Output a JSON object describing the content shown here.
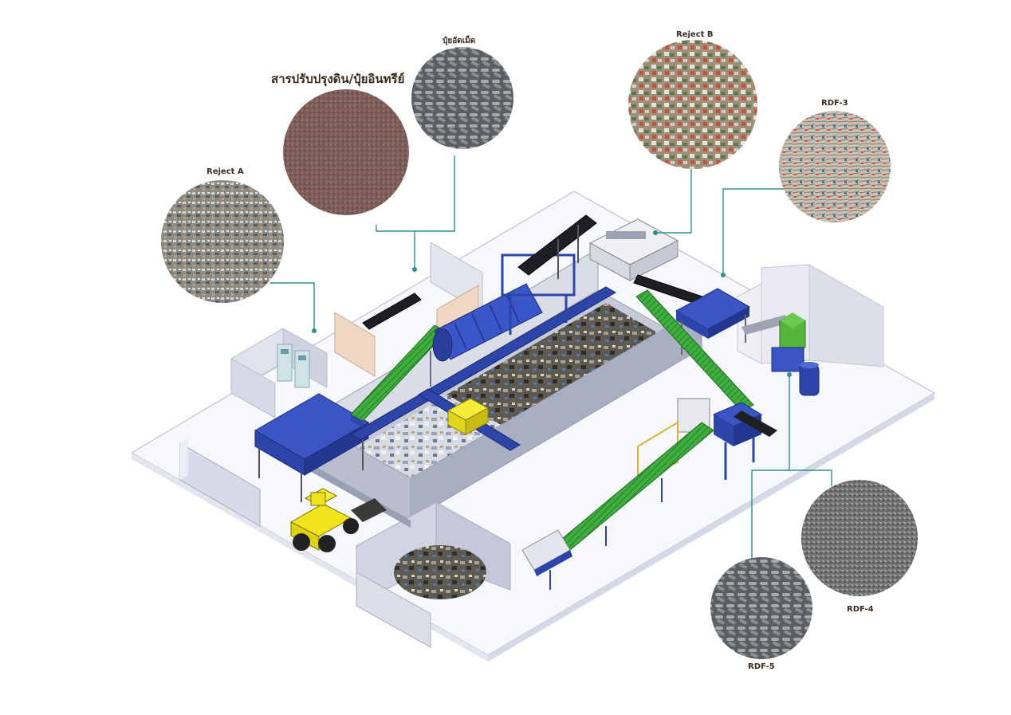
{
  "labels": {
    "soil": "สารปรับปรุงดิน/ปุ๋ยอินทรีย์",
    "pellet_fertilizer": "ปุ๋ยอัดเม็ด",
    "reject_a": "Reject A",
    "reject_b": "Reject B",
    "rdf3": "RDF-3",
    "rdf4": "RDF-4",
    "rdf5": "RDF-5"
  },
  "colors": {
    "line": "#2f8f8f",
    "machine_blue": "#2d44a8",
    "conveyor_green": "#3fae3f",
    "loader_yellow": "#f2e41c",
    "floor": "#f7f8fc",
    "wall": "#d9dbe9"
  }
}
